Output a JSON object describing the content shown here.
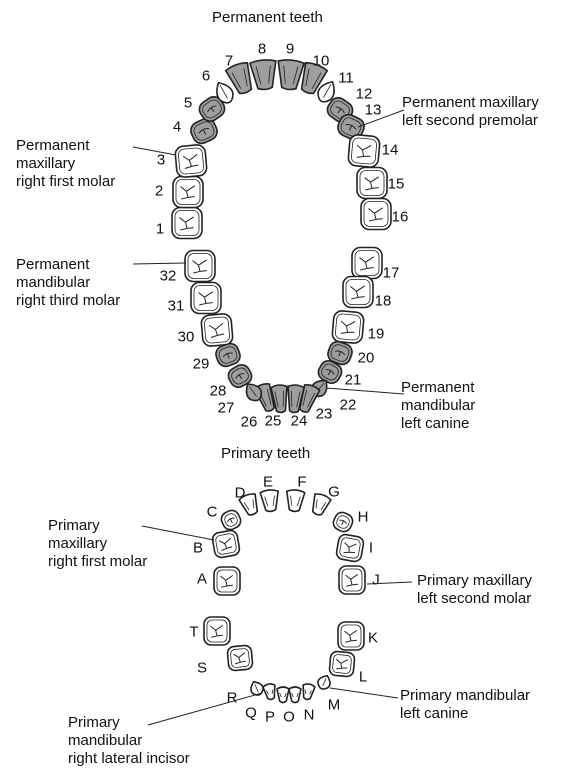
{
  "permanent": {
    "title": "Permanent teeth",
    "numbers": [
      "1",
      "2",
      "3",
      "4",
      "5",
      "6",
      "7",
      "8",
      "9",
      "10",
      "11",
      "12",
      "13",
      "14",
      "15",
      "16",
      "17",
      "18",
      "19",
      "20",
      "21",
      "22",
      "23",
      "24",
      "25",
      "26",
      "27",
      "28",
      "29",
      "30",
      "31",
      "32"
    ],
    "shaded_teeth": [
      "4",
      "5",
      "7",
      "8",
      "9",
      "10",
      "12",
      "13",
      "20",
      "21",
      "22",
      "23",
      "24",
      "25",
      "26",
      "27",
      "28",
      "29"
    ],
    "callouts": {
      "max_right_first_molar": [
        "Permanent",
        "maxillary",
        "right first molar"
      ],
      "max_left_second_premolar": [
        "Permanent maxillary",
        "left second premolar"
      ],
      "mand_right_third_molar": [
        "Permanent",
        "mandibular",
        "right third molar"
      ],
      "mand_left_canine": [
        "Permanent",
        "mandibular",
        "left canine"
      ]
    }
  },
  "primary": {
    "title": "Primary teeth",
    "letters": [
      "A",
      "B",
      "C",
      "D",
      "E",
      "F",
      "G",
      "H",
      "I",
      "J",
      "K",
      "L",
      "M",
      "N",
      "O",
      "P",
      "Q",
      "R",
      "S",
      "T"
    ],
    "callouts": {
      "max_right_first_molar": [
        "Primary",
        "maxillary",
        "right first molar"
      ],
      "max_left_second_molar": [
        "Primary maxillary",
        "left second molar"
      ],
      "mand_left_canine": [
        "Primary mandibular",
        "left canine"
      ],
      "mand_right_lateral_incisor": [
        "Primary",
        "mandibular",
        "right lateral incisor"
      ]
    }
  },
  "colors": {
    "shaded": "#9e9e9e",
    "tooth": "#ffffff",
    "outline": "#222222",
    "text": "#111111"
  }
}
